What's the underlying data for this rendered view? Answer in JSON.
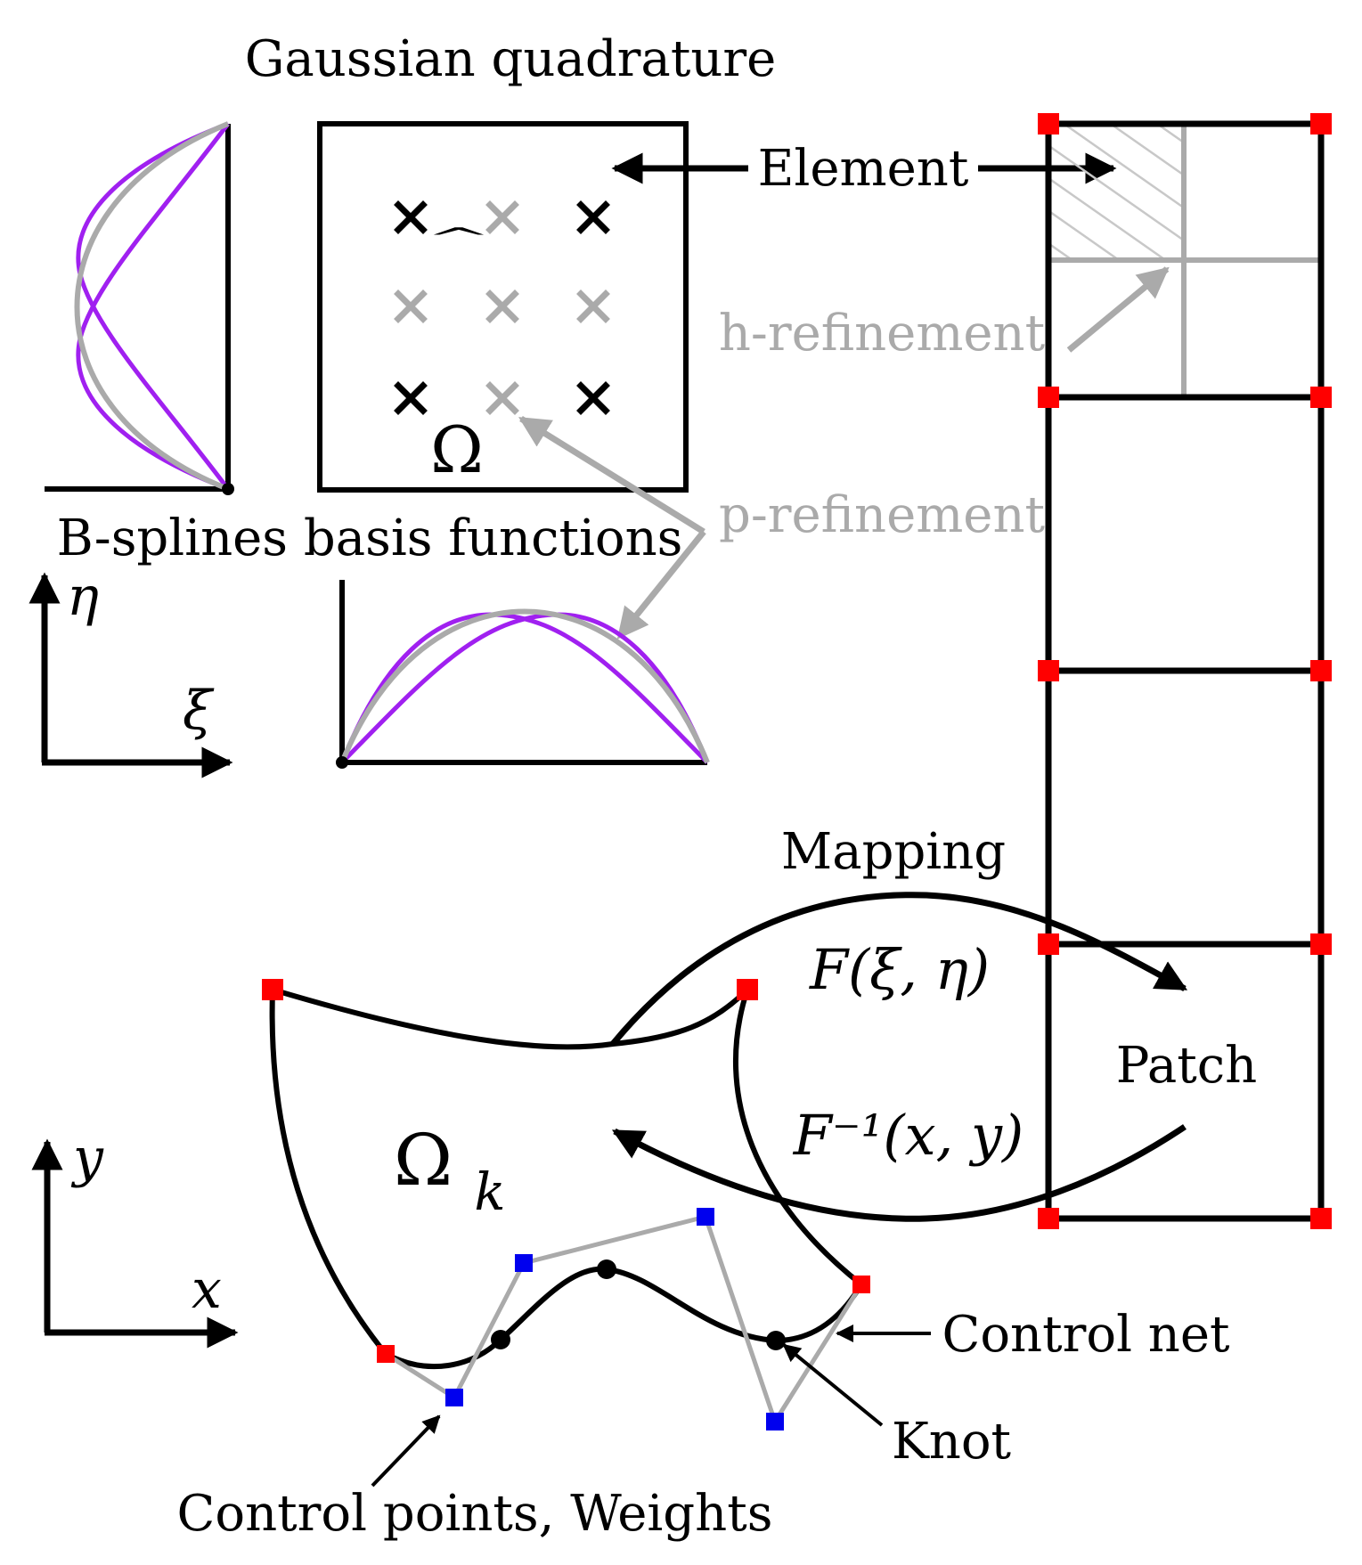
{
  "labels": {
    "gaussian_quadrature": "Gaussian quadrature",
    "element": "Element",
    "h_refinement": "h-refinement",
    "p_refinement": "p-refinement",
    "bsplines_basis": "B-splines basis functions",
    "mapping": "Mapping",
    "forward_map": "F(ξ, η)",
    "inverse_map": "F⁻¹(x, y)",
    "patch": "Patch",
    "control_net": "Control net",
    "knot": "Knot",
    "control_points_weights": "Control points, Weights",
    "omega_hat": "Ω",
    "omega_k_base": "Ω",
    "omega_k_sub": "k",
    "axis_eta": "η",
    "axis_xi": "ξ",
    "axis_y": "y",
    "axis_x": "x",
    "hat_mark": "^"
  },
  "colors": {
    "basis_purple": "#a020f0",
    "basis_gray": "#aaaaaa",
    "control_point_red": "#ff0000",
    "control_point_blue": "#0000ee",
    "line": "#000000"
  }
}
